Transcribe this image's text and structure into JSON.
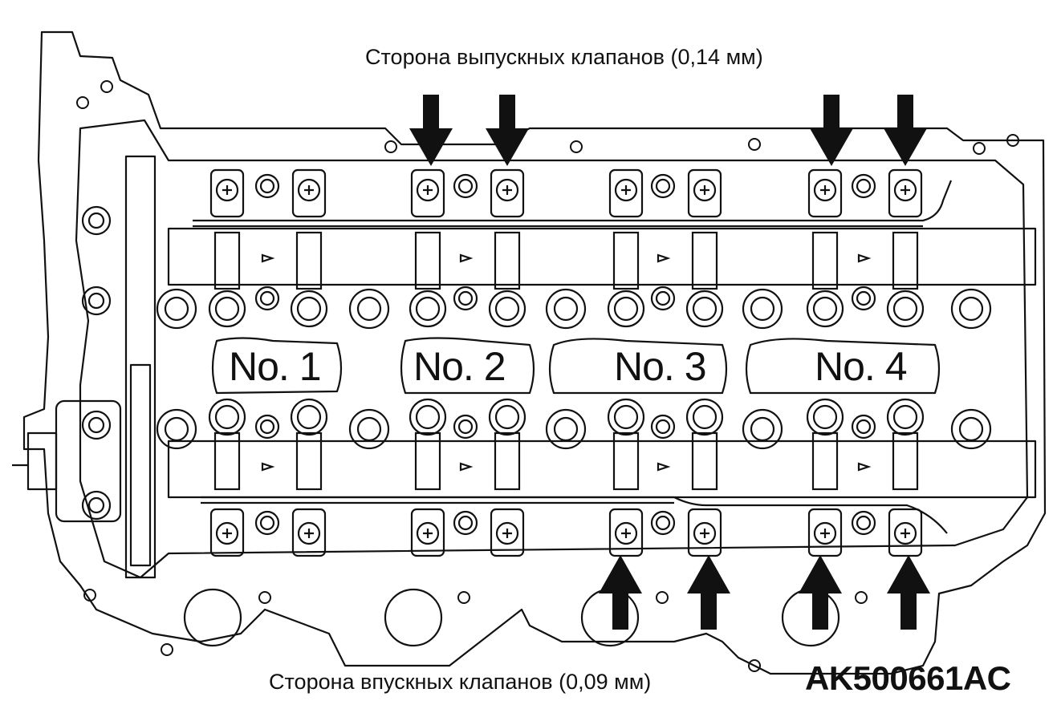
{
  "exhaust_label": "Сторона выпускных клапанов (0,14 мм)",
  "intake_label": "Сторона впускных клапанов (0,09 мм)",
  "cylinders": [
    "No. 1",
    "No. 2",
    "No. 3",
    "No. 4"
  ],
  "figure_code": "AK500661AC",
  "colors": {
    "line": "#111111",
    "background": "#ffffff"
  }
}
